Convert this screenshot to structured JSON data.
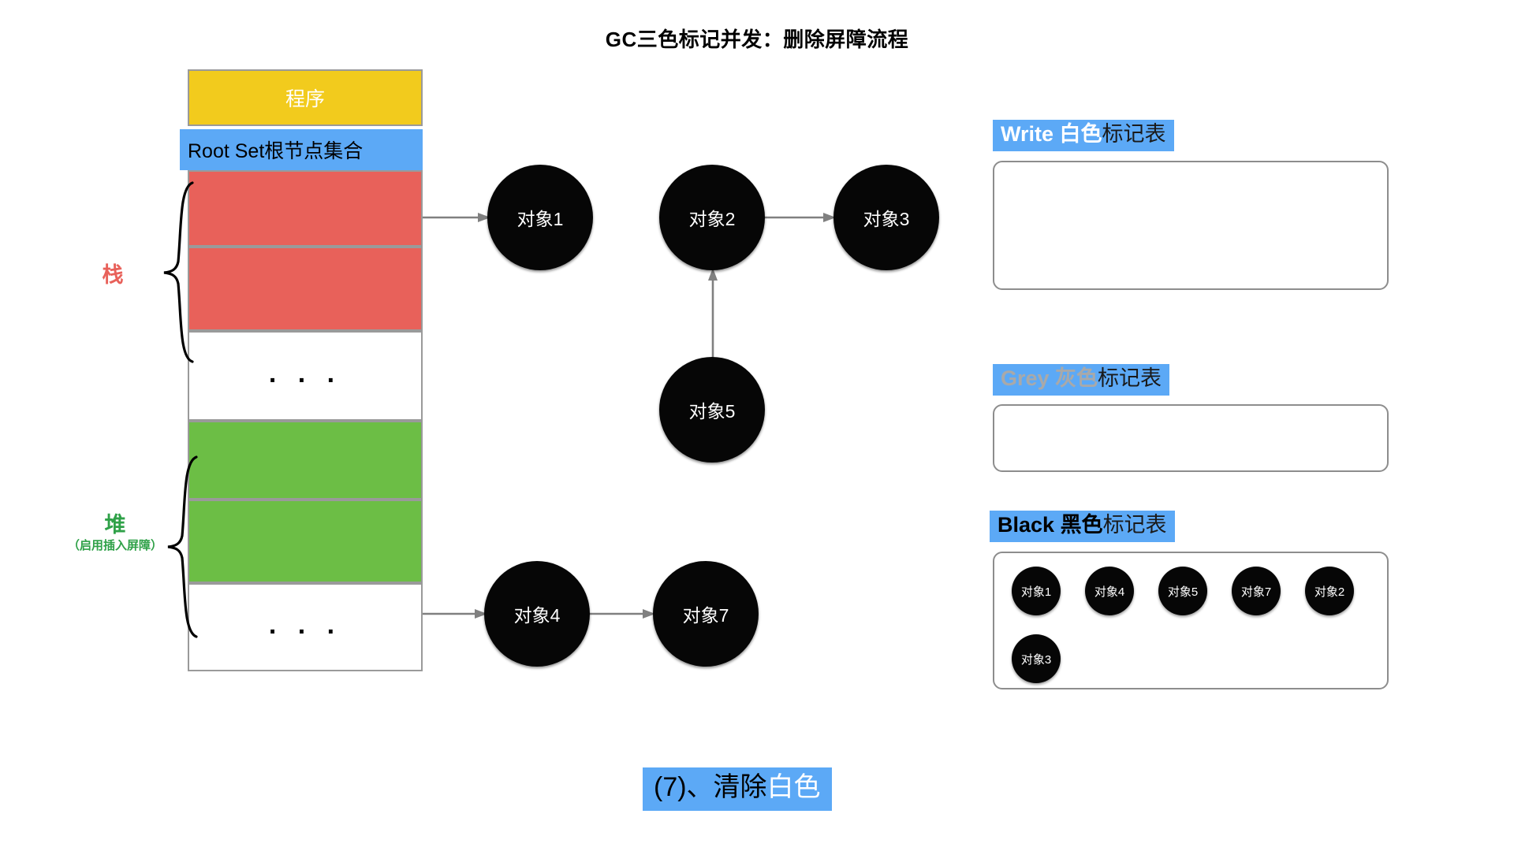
{
  "title": "GC三色标记并发：删除屏障流程",
  "memory": {
    "program_label": "程序",
    "root_set_label": "Root Set根节点集合",
    "ellipsis": ". . .",
    "cells": [
      {
        "name": "program",
        "label": "程序",
        "color": "#F2CB1D"
      },
      {
        "name": "root-set",
        "label": "Root Set根节点集合",
        "color": "#5CA9F6"
      },
      {
        "name": "stack-slot-1",
        "label": "",
        "color": "#E8615A"
      },
      {
        "name": "stack-slot-2",
        "label": "",
        "color": "#E8615A"
      },
      {
        "name": "stack-ellipsis",
        "label": ". . .",
        "color": "#FFFFFF"
      },
      {
        "name": "heap-slot-1",
        "label": "",
        "color": "#6CBE45"
      },
      {
        "name": "heap-slot-2",
        "label": "",
        "color": "#6CBE45"
      },
      {
        "name": "heap-ellipsis",
        "label": ". . .",
        "color": "#FFFFFF"
      }
    ]
  },
  "side_labels": {
    "stack": {
      "main": "栈",
      "sub": "",
      "color": "#E8615A"
    },
    "heap": {
      "main": "堆",
      "sub": "（启用插入屏障）",
      "color": "#2FA148"
    }
  },
  "graph": {
    "nodes": [
      {
        "id": "obj1",
        "label": "对象1"
      },
      {
        "id": "obj2",
        "label": "对象2"
      },
      {
        "id": "obj3",
        "label": "对象3"
      },
      {
        "id": "obj5",
        "label": "对象5"
      },
      {
        "id": "obj4",
        "label": "对象4"
      },
      {
        "id": "obj7",
        "label": "对象7"
      }
    ],
    "edges": [
      {
        "from": "stack-slot-1",
        "to": "obj1"
      },
      {
        "from": "obj2",
        "to": "obj3"
      },
      {
        "from": "obj5",
        "to": "obj2"
      },
      {
        "from": "heap-slot-2",
        "to": "obj4"
      },
      {
        "from": "obj4",
        "to": "obj7"
      }
    ],
    "arrow_color": "#808080"
  },
  "tables": {
    "white": {
      "keyword": "Write ",
      "color_word": "白色",
      "suffix": "标记表",
      "items": []
    },
    "grey": {
      "keyword": "Grey ",
      "color_word": "灰色",
      "suffix": "标记表",
      "items": []
    },
    "black": {
      "keyword": "Black ",
      "color_word": "黑色",
      "suffix": "标记表",
      "items": [
        "对象1",
        "对象4",
        "对象5",
        "对象7",
        "对象2",
        "对象3"
      ]
    }
  },
  "caption": {
    "prefix": "(7)、清除",
    "highlight": "白色"
  },
  "colors": {
    "yellow": "#F2CB1D",
    "blue": "#5CA9F6",
    "red": "#E8615A",
    "green": "#6CBE45",
    "node": "#060606",
    "arrow": "#808080",
    "border": "#9A9A9A"
  }
}
